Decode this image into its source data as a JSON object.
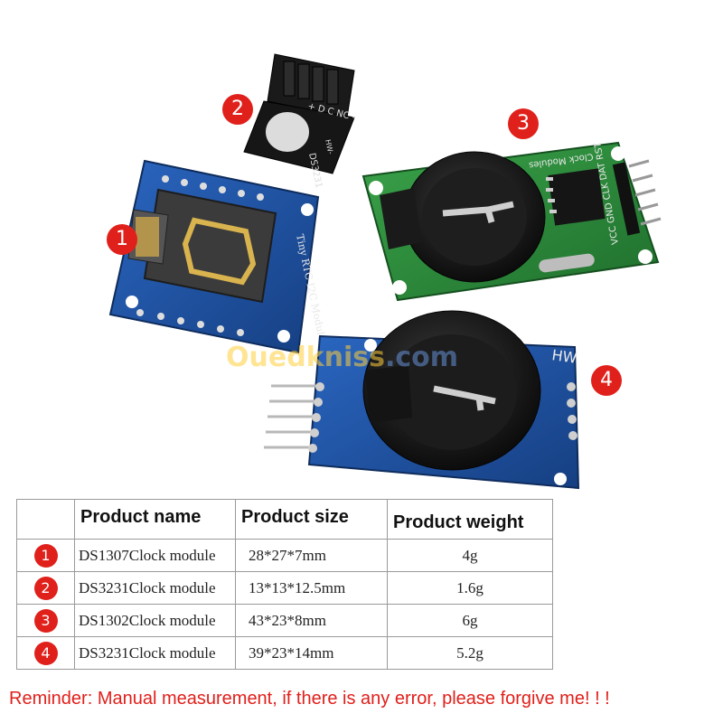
{
  "table": {
    "headers": [
      "",
      "Product name",
      "Product size",
      "Product weight"
    ],
    "rows": [
      {
        "index": "1",
        "name": "DS1307Clock module",
        "size": "28*27*7mm",
        "weight": "4g"
      },
      {
        "index": "2",
        "name": "DS3231Clock module",
        "size": "13*13*12.5mm",
        "weight": "1.6g"
      },
      {
        "index": "3",
        "name": "DS1302Clock module",
        "size": "43*23*8mm",
        "weight": "6g"
      },
      {
        "index": "4",
        "name": "DS3231Clock module",
        "size": "39*23*14mm",
        "weight": "5.2g"
      }
    ]
  },
  "photo": {
    "badges": [
      "1",
      "2",
      "3",
      "4"
    ],
    "board1_label": "Tiny RTC I2C Modules",
    "board2_label": "DS3231",
    "board2_pins": "+ D C NC -",
    "board2_code": "HW-",
    "board3_label": "Clock Modules",
    "board3_pins": "VCC GND CLK DAT RST",
    "board4_label": "HW",
    "watermark_a": "Ouedkniss",
    "watermark_b": ".com"
  },
  "reminder": "Reminder: Manual measurement, if there is any error, please forgive me! ! !",
  "colors": {
    "accent_red": "#e0201b",
    "pcb_blue": "#1f56a8",
    "pcb_green": "#2a8a3a",
    "battery_black": "#141414",
    "gold": "#c9a44a"
  }
}
